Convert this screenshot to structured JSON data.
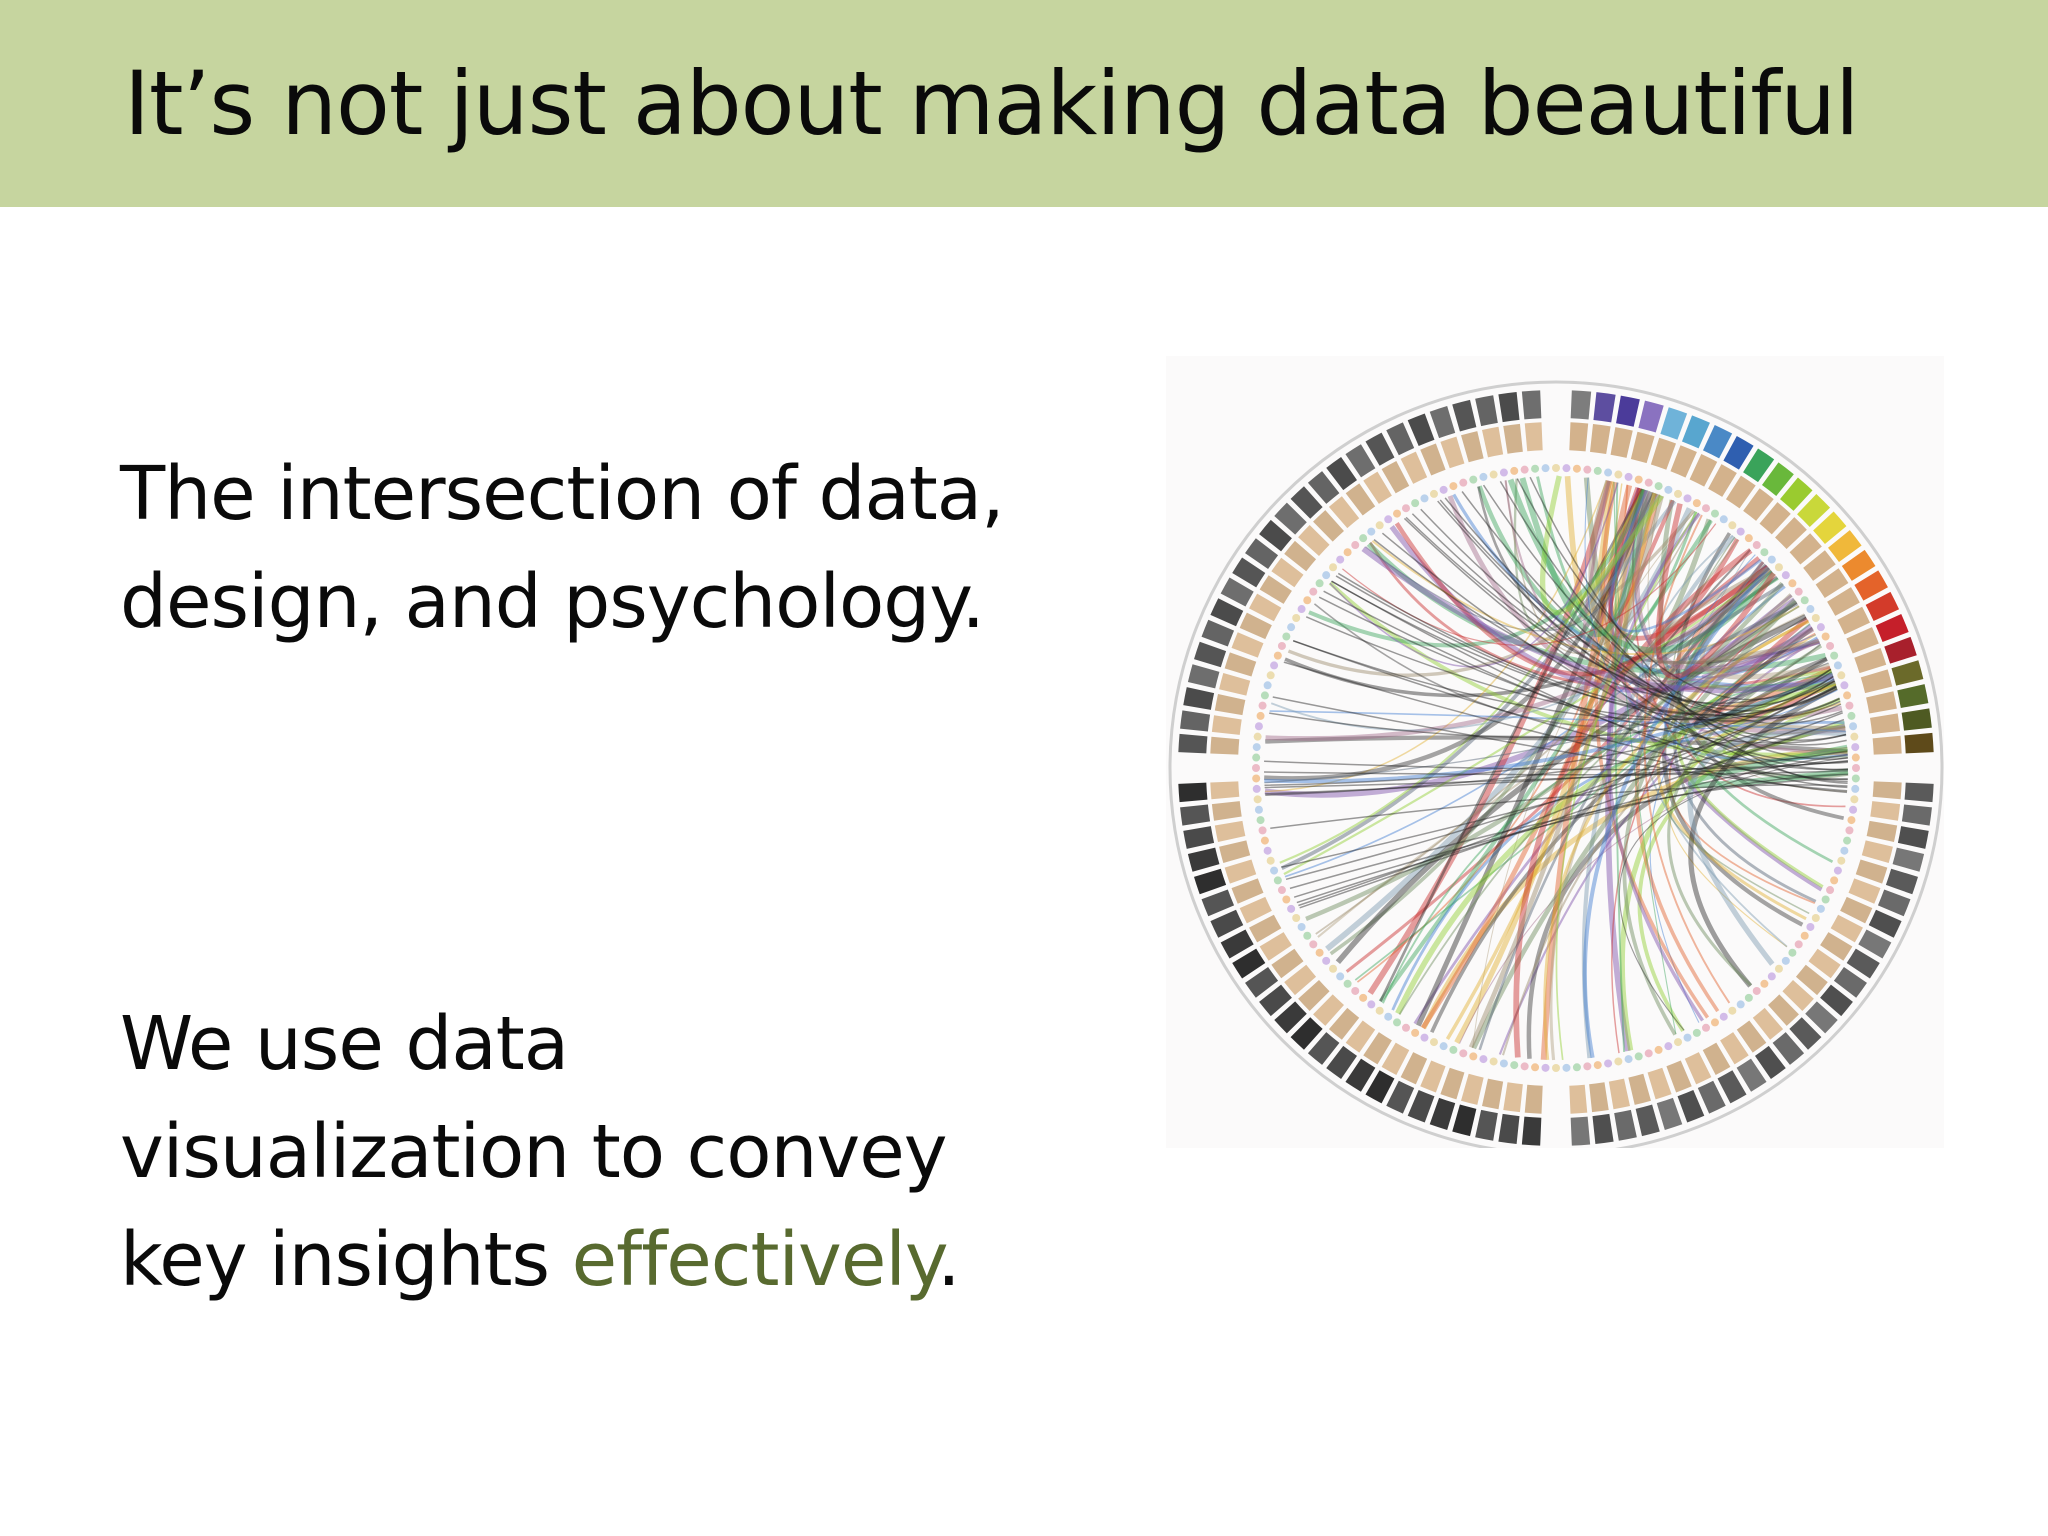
{
  "slide": {
    "title": "It’s not just about making data beautiful",
    "block1": {
      "line1": "The intersection of data,",
      "line2": "design, and psychology."
    },
    "block2": {
      "line1": "We use data",
      "line2": "visualization to convey",
      "line3_plain": "key insights ",
      "line3_accent": "effectively",
      "line3_end": "."
    }
  },
  "colors": {
    "title_bar": "#c6d59f",
    "accent": "#586a2f",
    "text": "#0a0a0a"
  },
  "figure": {
    "type": "circos-chord-diagram"
  }
}
